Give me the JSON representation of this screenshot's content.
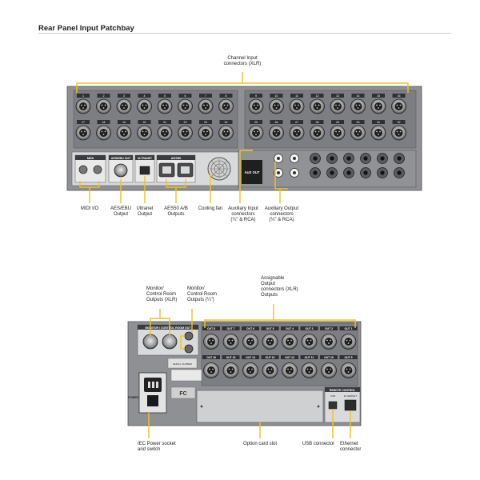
{
  "title": "Rear Panel Input Patchbay",
  "panel1": {
    "sections": {
      "midi": "MIDI",
      "aes_out": "AES/EBU OUT",
      "ultranet": "ULTRANET",
      "aes50": "AES50"
    },
    "ultranet_text": "ULTRANET",
    "aes50_ports": [
      "B",
      "A"
    ],
    "aux_out": "AUX OUT",
    "input_numbers_top": [
      "1",
      "2",
      "3",
      "4",
      "5",
      "6",
      "7",
      "8",
      "9",
      "10",
      "11",
      "12",
      "13",
      "14",
      "15",
      "16"
    ],
    "input_numbers_bottom": [
      "17",
      "18",
      "19",
      "20",
      "21",
      "22",
      "23",
      "24",
      "25",
      "26",
      "27",
      "28",
      "29",
      "30",
      "31",
      "32"
    ]
  },
  "panel2": {
    "monitor_header": "MONITOR / CONTROL ROOM OUT",
    "out_labels_top": [
      "OUT 8",
      "OUT 7",
      "OUT 6",
      "OUT 5",
      "OUT 4",
      "OUT 3",
      "OUT 2",
      "OUT 1"
    ],
    "out_labels_bottom": [
      "OUT 16",
      "OUT 15",
      "OUT 14",
      "OUT 13",
      "OUT 12",
      "OUT 11",
      "OUT 10",
      "OUT 9"
    ],
    "remote_control": "REMOTE CONTROL",
    "usb": "USB",
    "ethernet": "ETHERNET",
    "power": "POWER",
    "serial_number": "SERIAL NUMBER"
  },
  "labels": {
    "channel_input": [
      "Channel Input",
      "connectors (XLR)"
    ],
    "midi_io": [
      "MIDI I/O"
    ],
    "aes_ebu": [
      "AES/EBU",
      "Output"
    ],
    "ultranet": [
      "Ultranet",
      "Output"
    ],
    "aes50": [
      "AES50 A/B",
      "Outputs"
    ],
    "cooling_fan": [
      "Cooling fan"
    ],
    "aux_input": [
      "Auxiliary Input",
      "connectors",
      "(¼\" & RCA)"
    ],
    "aux_output": [
      "Auxiliary Output",
      "connectors",
      "(¼\" & RCA)"
    ],
    "monitor_xlr": [
      "Monitor/",
      "Control Room",
      "Outputs (XLR)"
    ],
    "monitor_quarter": [
      "Monitor/",
      "Control Room",
      "Outputs (¼\")"
    ],
    "assignable": [
      "Assignable",
      "Output",
      "connectors (XLR)",
      "Outputs"
    ],
    "iec_power": [
      "IEC Power socket",
      "and switch"
    ],
    "option_card": [
      "Option card slot"
    ],
    "usb_connector": [
      "USB connector"
    ],
    "ethernet_connector": [
      "Ethernet",
      "connector"
    ]
  },
  "colors": {
    "accent": "#f2c21b",
    "panel": "#8e9094",
    "panel_dark": "#6f7175",
    "connector": "#3a3b3e"
  }
}
